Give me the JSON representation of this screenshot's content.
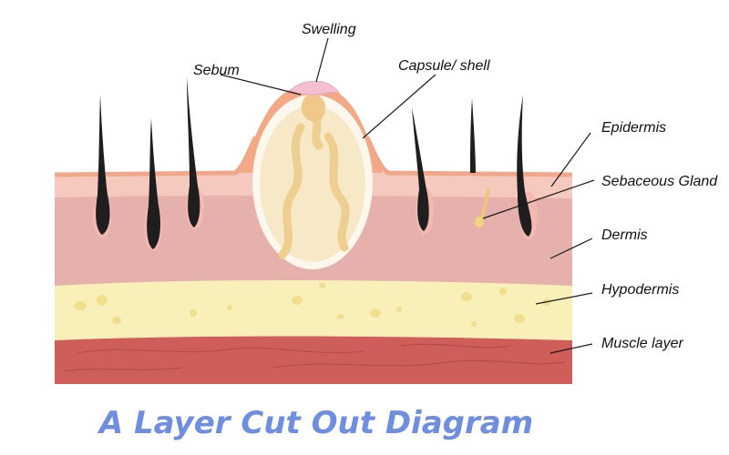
{
  "labels": {
    "swelling": "Swelling",
    "sebum": "Sebum",
    "capsule": "Capsule/ shell",
    "epidermis": "Epidermis",
    "sebaceous_gland": "Sebaceous Gland",
    "dermis": "Dermis",
    "hypodermis": "Hypodermis",
    "muscle_layer": "Muscle layer"
  },
  "caption": "A Layer Cut Out Diagram",
  "colors": {
    "epidermis_top": "#f1a88a",
    "epidermis": "#f6c9bf",
    "dermis": "#e6b1ad",
    "hypodermis": "#f8f0b8",
    "muscle": "#cf5e5a",
    "hair": "#1e1e1e",
    "cyst_fill": "#f7e9c8",
    "cyst_swirl": "#efcf8f",
    "caption": "#6f8ee0"
  }
}
